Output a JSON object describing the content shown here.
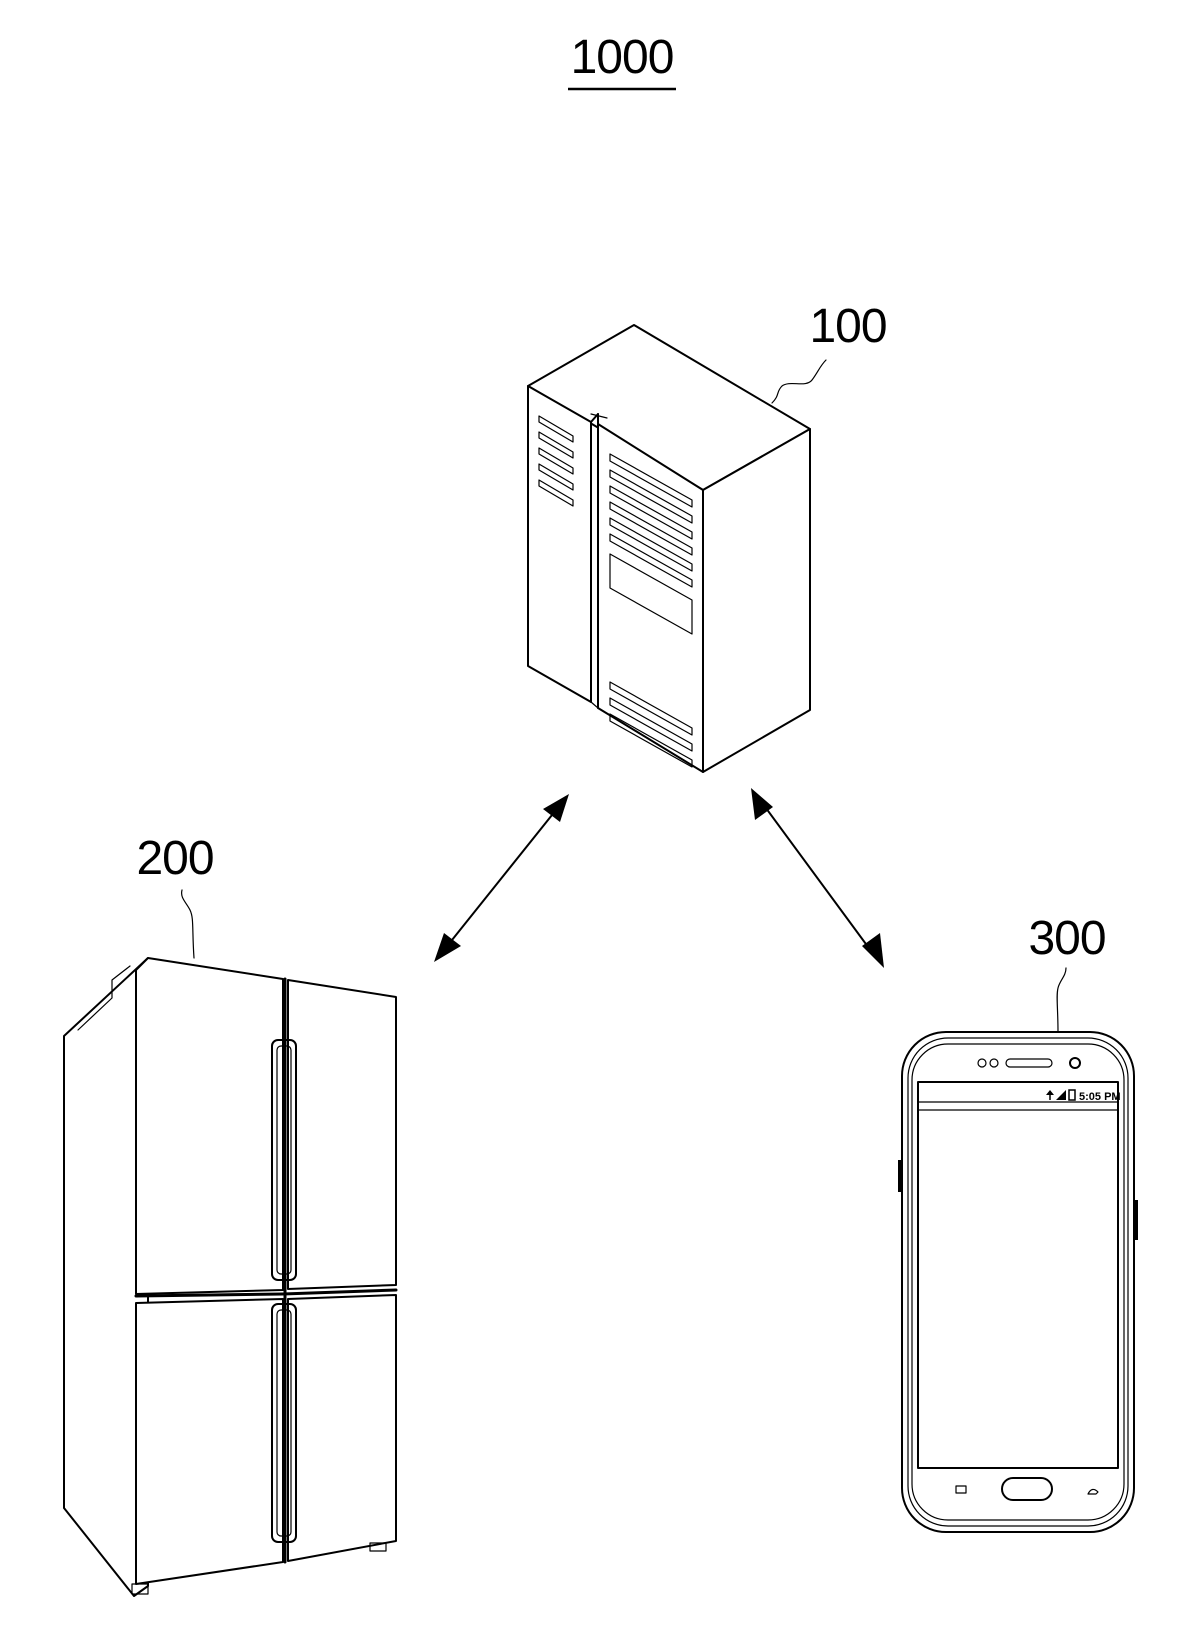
{
  "figure": {
    "system_label": "1000",
    "server": {
      "label": "100",
      "icon": "server-icon"
    },
    "refrigerator": {
      "label": "200",
      "icon": "refrigerator-icon"
    },
    "smartphone": {
      "label": "300",
      "icon": "smartphone-icon",
      "status_time": "5:05 PM"
    }
  }
}
